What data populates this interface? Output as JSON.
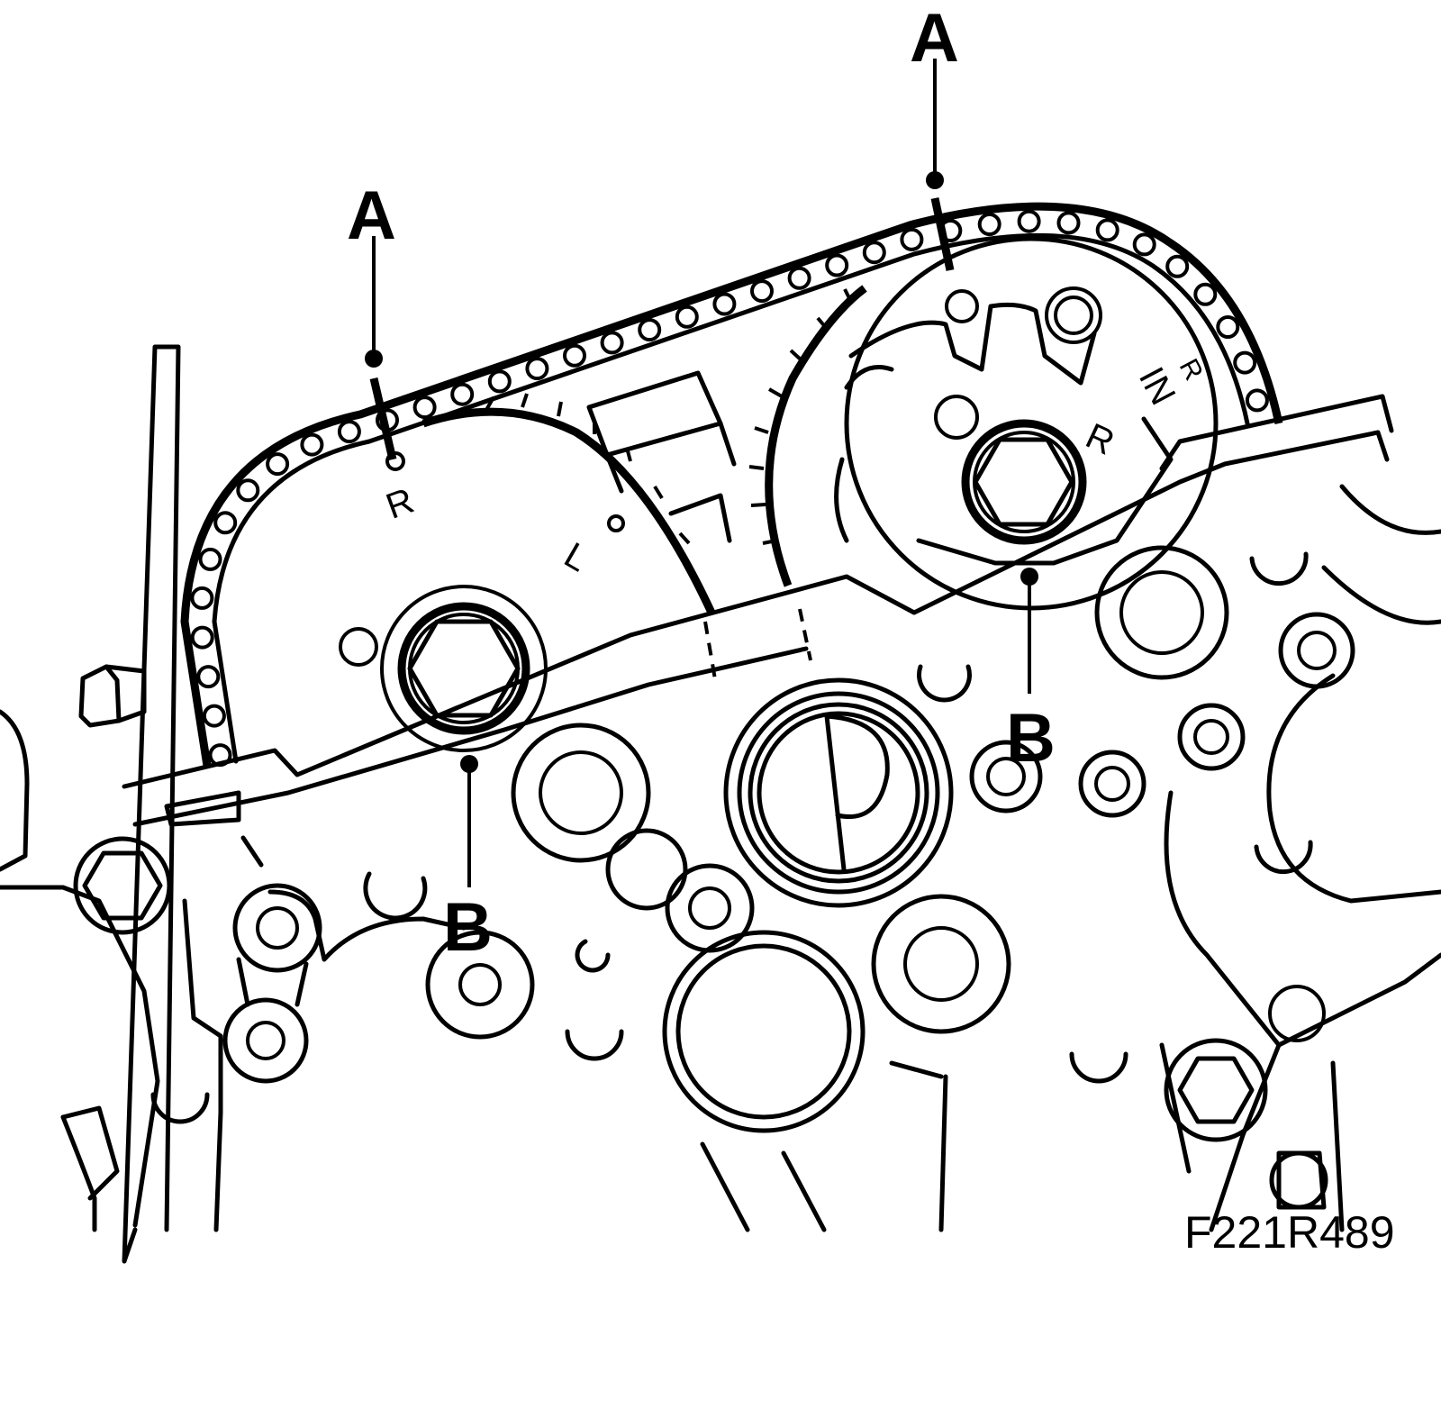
{
  "figure_id": "F221R489",
  "callouts": {
    "a_left": "A",
    "a_right": "A",
    "b_left": "B",
    "b_right": "B"
  },
  "sprocket_marks": {
    "left_r": "R",
    "left_l": "L",
    "right_r": "R",
    "right_in": "IN",
    "right_in_r": "R"
  }
}
